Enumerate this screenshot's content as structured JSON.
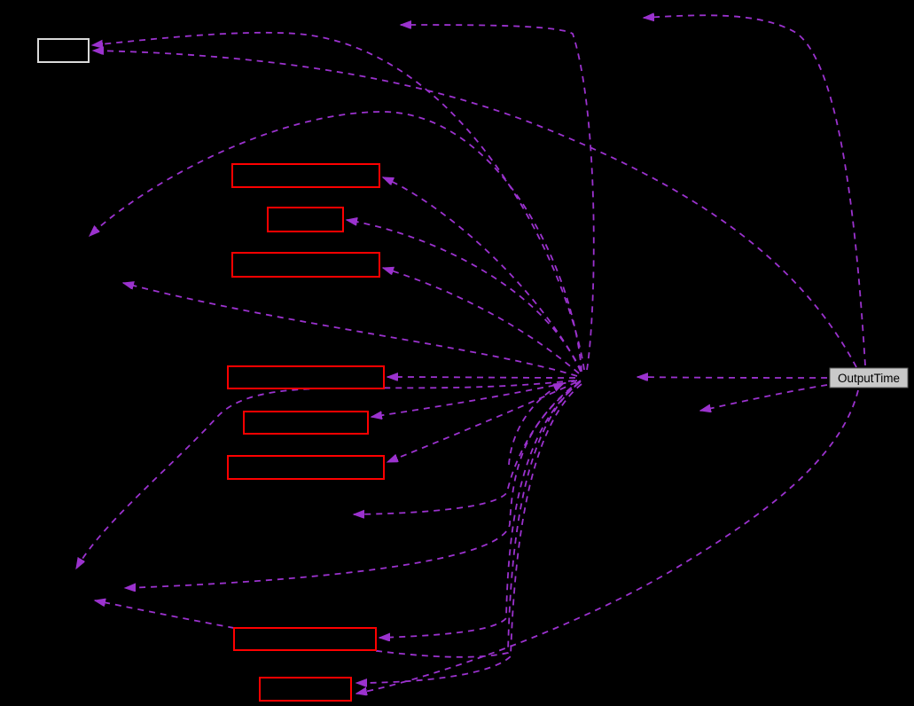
{
  "labels": {
    "output_time": "OutputTime"
  },
  "colors": {
    "background": "#000000",
    "edge": "#9B32CE",
    "red_node_border": "#FF0000",
    "light_node_border": "#DADADA",
    "labeled_node_fill": "#C9C9C9",
    "labeled_node_text": "#000000"
  },
  "diagram": {
    "type": "dependency-graph",
    "nodes": [
      {
        "id": "light-node-top-left",
        "label": "",
        "style": "light-border"
      },
      {
        "id": "red-node-1",
        "label": "",
        "style": "red-border"
      },
      {
        "id": "red-node-2",
        "label": "",
        "style": "red-border"
      },
      {
        "id": "red-node-3",
        "label": "",
        "style": "red-border"
      },
      {
        "id": "red-node-4",
        "label": "",
        "style": "red-border"
      },
      {
        "id": "red-node-5",
        "label": "",
        "style": "red-border"
      },
      {
        "id": "red-node-6",
        "label": "",
        "style": "red-border"
      },
      {
        "id": "red-node-7",
        "label": "",
        "style": "red-border"
      },
      {
        "id": "red-node-8",
        "label": "",
        "style": "red-border"
      },
      {
        "id": "output-time",
        "label": "OutputTime",
        "style": "gray-filled"
      },
      {
        "id": "center-node",
        "label": "",
        "style": "hidden"
      },
      {
        "id": "hidden-top-center",
        "label": "",
        "style": "hidden"
      },
      {
        "id": "hidden-top-right",
        "label": "",
        "style": "hidden"
      },
      {
        "id": "hidden-left-upper",
        "label": "",
        "style": "hidden"
      },
      {
        "id": "hidden-left-mid",
        "label": "",
        "style": "hidden"
      },
      {
        "id": "hidden-mid-right",
        "label": "",
        "style": "hidden"
      },
      {
        "id": "hidden-mid-low",
        "label": "",
        "style": "hidden"
      },
      {
        "id": "hidden-bottom-left-a",
        "label": "",
        "style": "hidden"
      },
      {
        "id": "hidden-bottom-left-b",
        "label": "",
        "style": "hidden"
      },
      {
        "id": "hidden-bottom-left-c",
        "label": "",
        "style": "hidden"
      },
      {
        "id": "hidden-below-center",
        "label": "",
        "style": "hidden"
      }
    ],
    "edges": [
      {
        "from": "center-node",
        "to": "hidden-top-center"
      },
      {
        "from": "center-node",
        "to": "hidden-left-upper"
      },
      {
        "from": "center-node",
        "to": "light-node-top-left"
      },
      {
        "from": "center-node",
        "to": "red-node-2"
      },
      {
        "from": "center-node",
        "to": "red-node-1"
      },
      {
        "from": "center-node",
        "to": "red-node-3"
      },
      {
        "from": "center-node",
        "to": "hidden-left-mid"
      },
      {
        "from": "center-node",
        "to": "red-node-4"
      },
      {
        "from": "center-node",
        "to": "red-node-5"
      },
      {
        "from": "center-node",
        "to": "red-node-6"
      },
      {
        "from": "center-node",
        "to": "hidden-bottom-left-a"
      },
      {
        "from": "center-node",
        "to": "hidden-mid-low"
      },
      {
        "from": "center-node",
        "to": "hidden-bottom-left-b"
      },
      {
        "from": "center-node",
        "to": "red-node-7"
      },
      {
        "from": "center-node",
        "to": "hidden-bottom-left-c"
      },
      {
        "from": "center-node",
        "to": "red-node-8"
      },
      {
        "from": "output-time",
        "to": "red-node-8"
      },
      {
        "from": "output-time",
        "to": "center-node"
      },
      {
        "from": "output-time",
        "to": "hidden-mid-right"
      },
      {
        "from": "output-time",
        "to": "hidden-top-right"
      },
      {
        "from": "output-time",
        "to": "light-node-top-left"
      },
      {
        "from": "hidden-below-center",
        "to": "center-node"
      }
    ]
  }
}
